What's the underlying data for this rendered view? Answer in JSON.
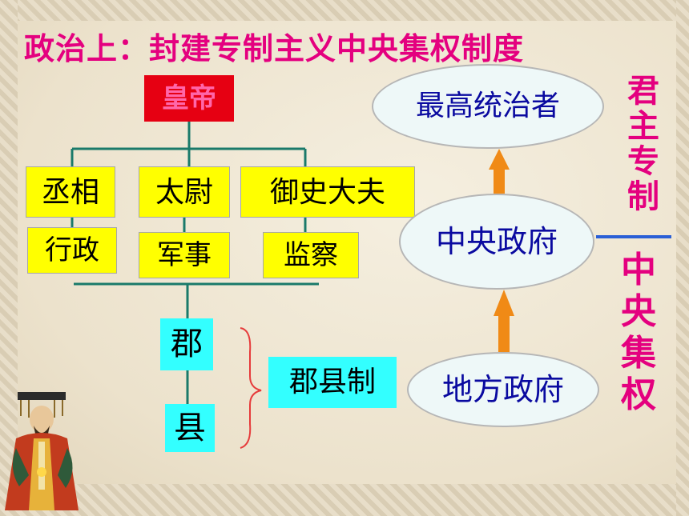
{
  "title": "政治上：封建专制主义中央集权制度",
  "emperor": "皇帝",
  "officials": [
    {
      "title": "丞相",
      "duty": "行政"
    },
    {
      "title": "太尉",
      "duty": "军事"
    },
    {
      "title": "御史大夫",
      "duty": "监察"
    }
  ],
  "local": {
    "commandery": "郡",
    "county": "县",
    "system": "郡县制"
  },
  "right": {
    "supreme": "最高统治者",
    "central": "中央政府",
    "local_gov": "地方政府"
  },
  "side_labels": {
    "autocracy": [
      "君",
      "主",
      "专",
      "制"
    ],
    "centralization": [
      "中",
      "央",
      "集",
      "权"
    ]
  },
  "colors": {
    "title": "#e4007f",
    "emperor_bg": "#e60012",
    "office_bg": "#ffff00",
    "local_bg": "#33ffff",
    "arrow": "#f08a16",
    "connector": "#1a7a6a",
    "divider": "#2a5fd6"
  }
}
